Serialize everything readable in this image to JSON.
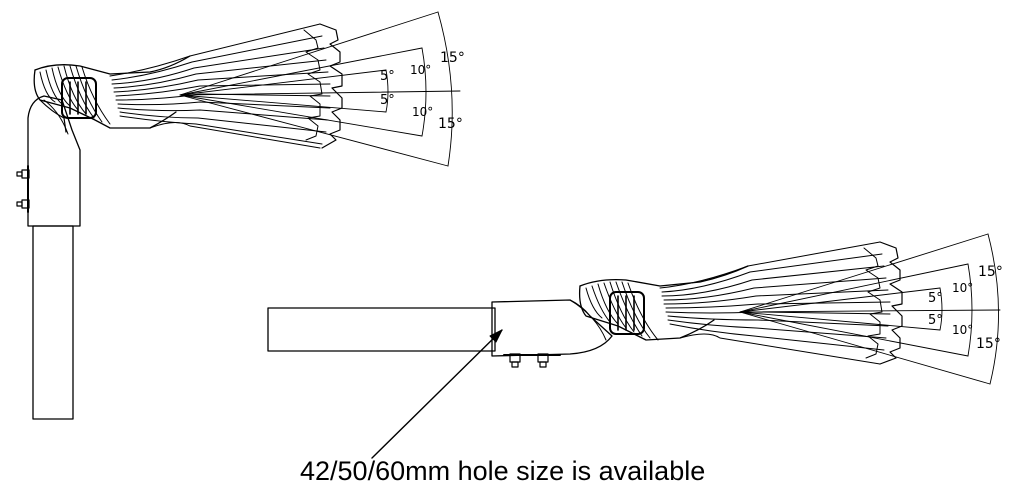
{
  "caption": "42/50/60mm hole size is available",
  "top_angles": [
    "15°",
    "10°",
    "5°",
    "5°",
    "10°",
    "15°"
  ],
  "bottom_angles": [
    "15°",
    "10°",
    "5°",
    "5°",
    "10°",
    "15°"
  ],
  "line_color": "#000000"
}
